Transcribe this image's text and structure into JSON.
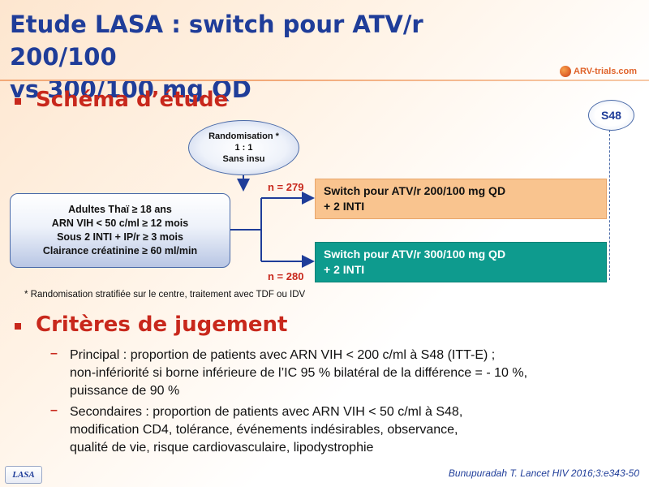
{
  "title": {
    "line1": "Etude LASA : switch pour ATV/r 200/100",
    "line2": "vs 300/100 mg QD"
  },
  "logo": {
    "text": "ARV-trials.com",
    "icon": "arv-logo-icon"
  },
  "colors": {
    "title": "#1f3d99",
    "heading": "#c8281c",
    "arm1_fill": "#f9c48f",
    "arm2_fill": "#0e9b8e",
    "n_label": "#c8281c"
  },
  "section1": {
    "heading": "Schéma d’étude"
  },
  "diagram": {
    "timepoint": "S48",
    "randomisation": {
      "line1": "Randomisation *",
      "line2": "1 : 1",
      "line3": "Sans insu"
    },
    "population": [
      "Adultes Thaï ≥ 18 ans",
      "ARN VIH < 50 c/ml ≥ 12 mois",
      "Sous 2 INTI + IP/r ≥ 3 mois",
      "Clairance créatinine ≥ 60 ml/min"
    ],
    "arms": [
      {
        "n": "n = 279",
        "line1": "Switch pour ATV/r 200/100 mg QD",
        "line2": "+ 2 INTI"
      },
      {
        "n": "n = 280",
        "line1": "Switch pour ATV/r 300/100 mg QD",
        "line2": "+ 2 INTI"
      }
    ],
    "footnote": "* Randomisation stratifiée sur le centre, traitement avec TDF ou IDV"
  },
  "section2": {
    "heading": "Critères de jugement",
    "items": [
      {
        "dash": "–",
        "lines": [
          "Principal : proportion de patients avec ARN VIH  < 200 c/ml à S48 (ITT-E) ;",
          "non-infériorité si borne inférieure de l’IC 95 % bilatéral de la différence = - 10 %,",
          "puissance de 90 %"
        ]
      },
      {
        "dash": "–",
        "lines": [
          "Secondaires : proportion de patients avec ARN VIH  < 50 c/ml à S48,",
          "modification CD4, tolérance, événements indésirables, observance,",
          "qualité de vie, risque cardiovasculaire, lipodystrophie"
        ]
      }
    ]
  },
  "footer": {
    "tag": "LASA",
    "reference": "Bunupuradah T. Lancet HIV 2016;3:e343-50"
  }
}
